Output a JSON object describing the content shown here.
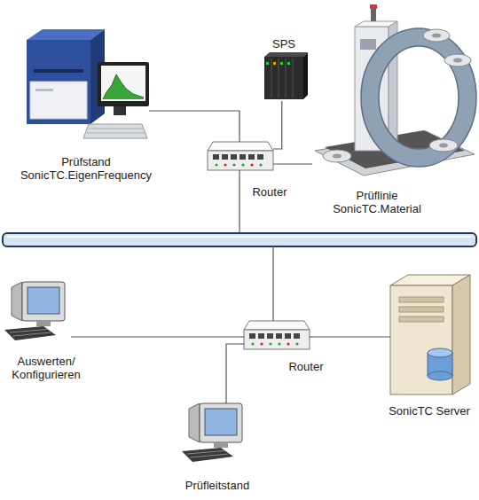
{
  "diagram": {
    "nodes": [
      {
        "text": [
          "Prüfstand SonicTC.EigenFrequency"
        ]
      },
      {
        "text": [
          "SPS"
        ]
      },
      {
        "text": [
          "Prüflinie SonicTC.Material"
        ]
      },
      {
        "text": [
          "Router"
        ]
      },
      {
        "text": [
          "Auswerten/ Konfigurieren"
        ]
      },
      {
        "text": [
          "Router"
        ]
      },
      {
        "text": [
          "SonicTC Server"
        ]
      },
      {
        "text": [
          "Prüfleitstand"
        ]
      }
    ],
    "edges": [
      {
        "from": 0,
        "to": 3,
        "arrow": "none"
      },
      {
        "from": 1,
        "to": 3,
        "arrow": "none"
      },
      {
        "from": 2,
        "to": 3,
        "arrow": "none"
      },
      {
        "from": 4,
        "to": 5,
        "arrow": "none"
      },
      {
        "from": 5,
        "to": 6,
        "arrow": "none"
      },
      {
        "from": 7,
        "to": 5,
        "arrow": "none"
      }
    ]
  }
}
